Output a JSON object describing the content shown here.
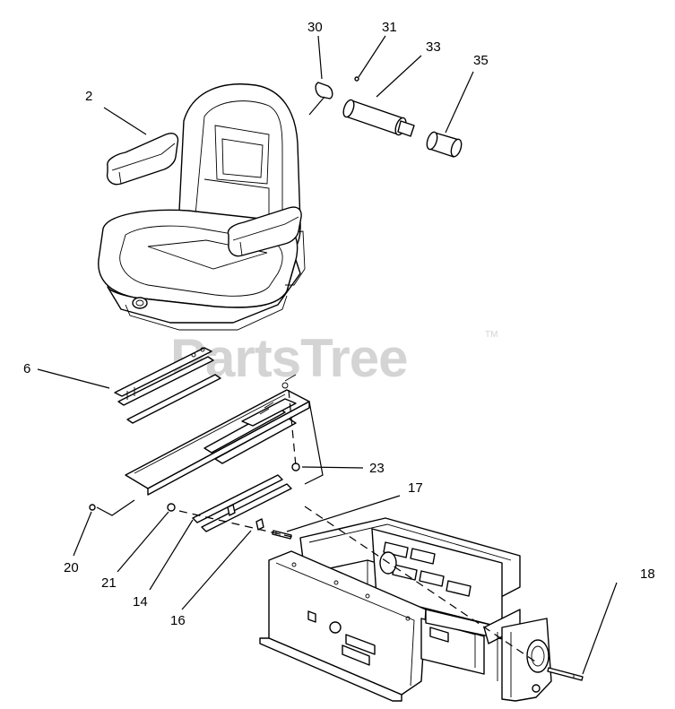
{
  "watermark": {
    "text": "PartsTree",
    "trademark": "TM"
  },
  "callouts": [
    {
      "id": "2",
      "label": "2"
    },
    {
      "id": "30",
      "label": "30"
    },
    {
      "id": "31",
      "label": "31"
    },
    {
      "id": "33",
      "label": "33"
    },
    {
      "id": "35",
      "label": "35"
    },
    {
      "id": "6",
      "label": "6"
    },
    {
      "id": "23",
      "label": "23"
    },
    {
      "id": "17",
      "label": "17"
    },
    {
      "id": "20",
      "label": "20"
    },
    {
      "id": "21",
      "label": "21"
    },
    {
      "id": "14",
      "label": "14"
    },
    {
      "id": "16",
      "label": "16"
    },
    {
      "id": "18",
      "label": "18"
    }
  ]
}
